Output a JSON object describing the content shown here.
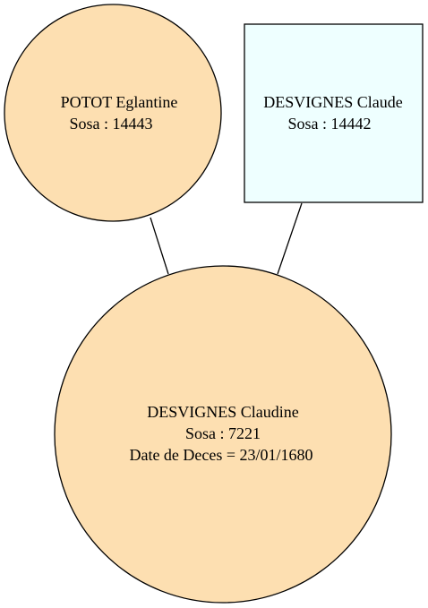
{
  "nodes": {
    "mother": {
      "name": "POTOT Eglantine",
      "sosa": "Sosa : 14443",
      "shape": "circle",
      "fill": "#fddfb1"
    },
    "father": {
      "name": "DESVIGNES Claude",
      "sosa": "Sosa : 14442",
      "shape": "box",
      "fill": "#eeffff"
    },
    "child": {
      "name": "DESVIGNES Claudine",
      "sosa": "Sosa : 7221",
      "death": "Date de Deces = 23/01/1680",
      "shape": "circle",
      "fill": "#fddfb1"
    }
  },
  "edges": [
    {
      "from": "mother",
      "to": "child"
    },
    {
      "from": "father",
      "to": "child"
    }
  ],
  "colors": {
    "female_fill": "#fddfb1",
    "male_fill": "#eeffff",
    "stroke": "#000000"
  }
}
